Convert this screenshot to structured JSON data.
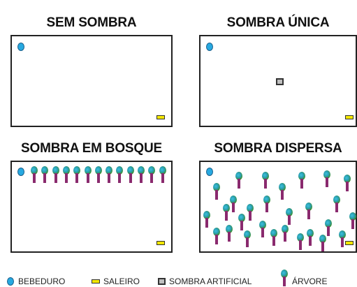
{
  "panels": {
    "sem_sombra": {
      "title": "SEM SOMBRA"
    },
    "sombra_unica": {
      "title": "SOMBRA ÚNICA"
    },
    "sombra_bosque": {
      "title": "SOMBRA EM BOSQUE"
    },
    "sombra_dispersa": {
      "title": "SOMBRA DISPERSA"
    }
  },
  "legend": {
    "bebedouro": "BEBEDURO",
    "saleiro": "SALEIRO",
    "sombra_artificial": "SOMBRA ARTIFICIAL",
    "arvore": "ÁRVORE"
  },
  "colors": {
    "bebedouro": "#27a9e1",
    "saleiro": "#f2e600",
    "sombra_artificial": "#c0c0c0",
    "arvore_trunk": "#8a2a6e",
    "arvore_canopy": "#3a8f2f"
  },
  "counts": {
    "bosque_trees": 13,
    "dispersa_trees": 28
  }
}
